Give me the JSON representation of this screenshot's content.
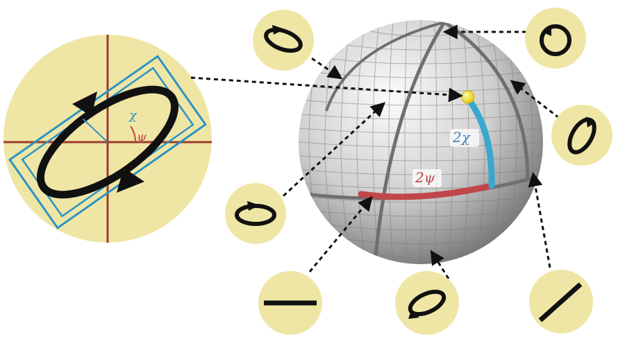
{
  "colors": {
    "disk_fill": "#efe6a6",
    "axis": "#9c3a2a",
    "rect": "#2a93c4",
    "ellipse": "#111111",
    "arrow_dash": "#111111",
    "sphere_light": "#f4f4f4",
    "sphere_dark": "#6e6e6e",
    "meridian": "#707070",
    "chi_arc": "#3aa7cf",
    "psi_arc": "#c0464a",
    "point": "#f2e21a"
  },
  "labels": {
    "disk_chi": "χ",
    "disk_psi": "ψ",
    "sphere_chi": "2χ",
    "sphere_psi": "2ψ"
  },
  "polarization_states": [
    "horizontal-linear",
    "elliptical-45",
    "linear-diagonal",
    "circular-right",
    "elliptical-left",
    "elliptical-right",
    "elliptical-flat"
  ],
  "icons": {
    "ellipse_disk": "polarization-ellipse-icon",
    "sphere": "poincare-sphere-icon",
    "pole_point": "polarization-state-point-icon"
  }
}
